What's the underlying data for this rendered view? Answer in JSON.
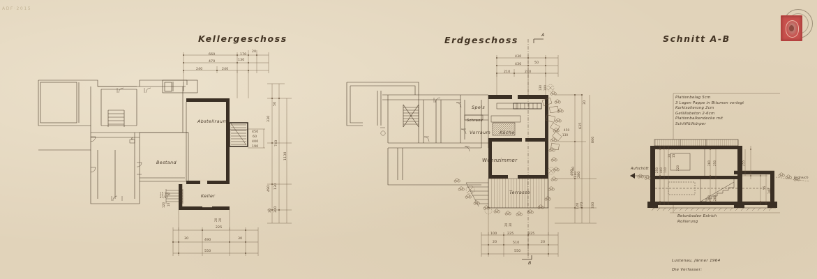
{
  "sheet": {
    "background_color": "#e1d3ba",
    "ink_color": "#3a2f24",
    "archive_ref": "ADF·2015",
    "stamp": {
      "name": "revenue-stamp",
      "color": "#c8504d"
    }
  },
  "titles": {
    "basement": "Kellergeschoss",
    "ground_floor": "Erdgeschoss",
    "section": "Schnitt A-B"
  },
  "section_markers": {
    "top": "A",
    "bottom": "B"
  },
  "basement": {
    "rooms": [
      {
        "label": "Abstellraum"
      },
      {
        "label": "Bestand"
      },
      {
        "label": "Keller"
      }
    ],
    "stair_note": "15 Stg.\n27/17",
    "dim_top_row1": [
      "660",
      "170",
      "20"
    ],
    "dim_top_row2": [
      "470",
      "130"
    ],
    "dim_top_row3": [
      "240",
      "240"
    ],
    "dim_right": [
      "50",
      "330",
      "740",
      "1130",
      "490",
      "130",
      "300",
      "30"
    ],
    "dim_stair": [
      "450",
      "60",
      "400",
      "190"
    ],
    "dim_bottom_row1": [
      "225"
    ],
    "dim_bottom_row2": [
      "30",
      "490",
      "30"
    ],
    "dim_bottom_row3": [
      "550"
    ],
    "dim_misc": [
      "120",
      "10",
      "20",
      "20",
      "30"
    ]
  },
  "ground_floor": {
    "rooms": [
      {
        "label": "Speis"
      },
      {
        "label": "Schrank"
      },
      {
        "label": "Vorraum"
      },
      {
        "label": "Küche"
      },
      {
        "label": "Wohnzimmer"
      },
      {
        "label": "Terrasse"
      }
    ],
    "dim_top_row1": [
      "430"
    ],
    "dim_top_row2": [
      "430",
      "50"
    ],
    "dim_top_row3": [
      "210",
      "240"
    ],
    "dim_right": [
      "30",
      "635",
      "800",
      "370",
      "330",
      "120",
      "20"
    ],
    "dim_right2": [
      "490",
      "280",
      "110",
      "450",
      "130"
    ],
    "dim_bottom_row1": [
      "100",
      "225",
      "225"
    ],
    "dim_bottom_row2": [
      "20",
      "510",
      "20"
    ],
    "dim_bottom_row3": [
      "550"
    ],
    "dim_misc": [
      "130",
      "100",
      "20",
      "30"
    ]
  },
  "section": {
    "spec_lines": [
      "Plattenbelag 5cm",
      "3 Lagen Pappe in Bitumen verlegt",
      "Korkisolierung 2cm",
      "Gefällsbeton 2-6cm",
      "Plattenbalkendecke mit",
      "Schilffüllkörper"
    ],
    "floor_note": [
      "Betonboden Estrich",
      "Rollierung"
    ],
    "left_label": "Aufschütt",
    "right_label": "Erdreich",
    "dim_left": [
      "250",
      "400",
      "110",
      "140",
      "20",
      "15",
      "220"
    ],
    "dim_mid": [
      "260",
      "250",
      "240",
      "260"
    ],
    "dim_right": [
      "255",
      "55",
      "140"
    ]
  },
  "signature": {
    "place_date": "Lustenau, Jänner 1964",
    "author": "Die Verfasser:"
  }
}
